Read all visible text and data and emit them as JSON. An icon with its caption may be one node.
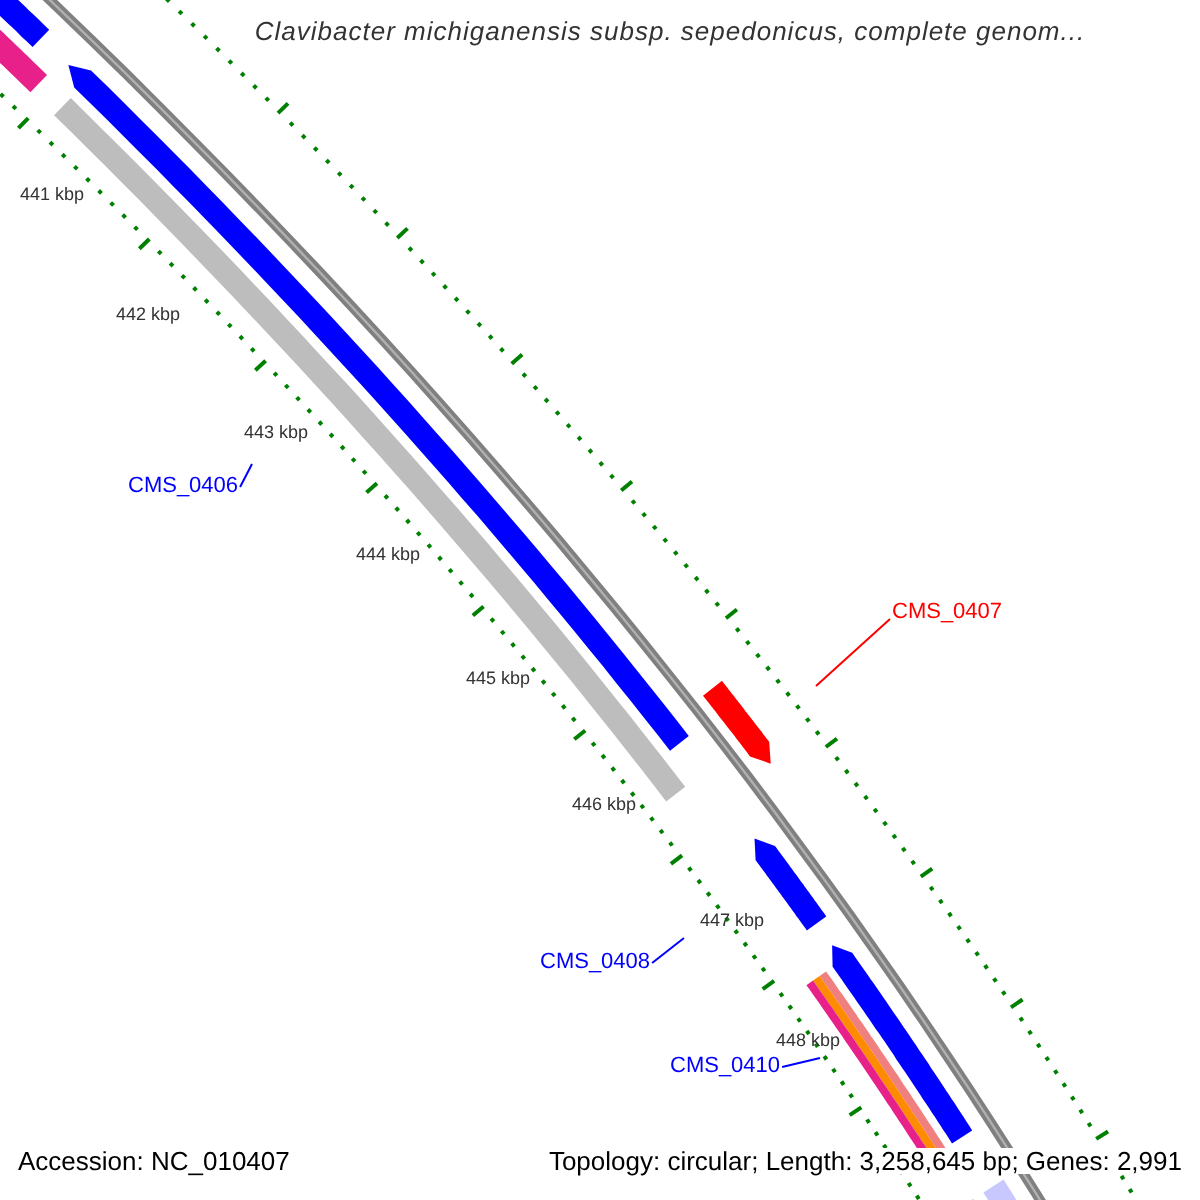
{
  "diagram": {
    "title": "Clavibacter michiganensis subsp. sepedonicus, complete genom...",
    "nodes": [
      {
        "text": [
          "CMS_0406"
        ]
      },
      {
        "text": [
          "CMS_0407"
        ]
      },
      {
        "text": [
          "CMS_0408"
        ]
      },
      {
        "text": [
          "CMS_0410"
        ]
      }
    ],
    "edges": [
      {
        "from": 0,
        "to": null,
        "arrow": "none",
        "color": "#0000ff"
      },
      {
        "from": 1,
        "to": null,
        "arrow": "none",
        "color": "#ff0000"
      },
      {
        "from": 2,
        "to": null,
        "arrow": "none",
        "color": "#0000ff"
      },
      {
        "from": 3,
        "to": null,
        "arrow": "none",
        "color": "#0000ff"
      }
    ],
    "labels": [
      "441 kbp",
      "442 kbp",
      "443 kbp",
      "444 kbp",
      "445 kbp",
      "446 kbp",
      "447 kbp",
      "448 kbp",
      "Accession: NC_010407",
      "Topology: circular; Length: 3,258,645 bp; Genes: 2,991"
    ]
  }
}
